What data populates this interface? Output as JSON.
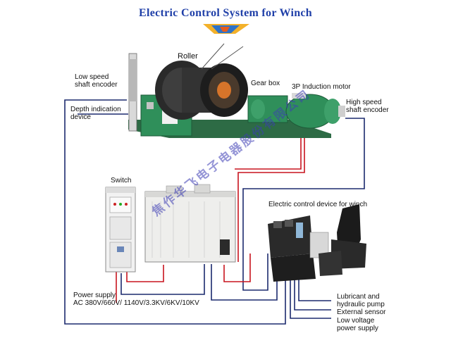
{
  "title": "Electric Control System for Winch",
  "labels": {
    "roller": "Roller",
    "low_speed_encoder": "Low speed\nshaft encoder",
    "depth_indication": "Depth indication\ndevice",
    "gear_box": "Gear box",
    "induction_motor": "3P Induction motor",
    "high_speed_encoder": "High speed\nshaft encoder",
    "switch": "Switch",
    "control_device": "Electric control device for winch",
    "power_supply": "Power supply\nAC 380V/660V/ 1140V/3.3KV/6KV/10KV",
    "lubricant_pump": "Lubricant and\nhydraulic pump",
    "external_sensor": "External sensor",
    "low_voltage_supply": "Low voltage\npower supply"
  },
  "watermark": "焦作华飞电子电器股份有限公司",
  "colors": {
    "title": "#1f3fa8",
    "machine_green": "#2f8f5a",
    "wire_blue": "#1c2a6e",
    "wire_red": "#c8141e",
    "watermark": "#3c3cb4"
  }
}
